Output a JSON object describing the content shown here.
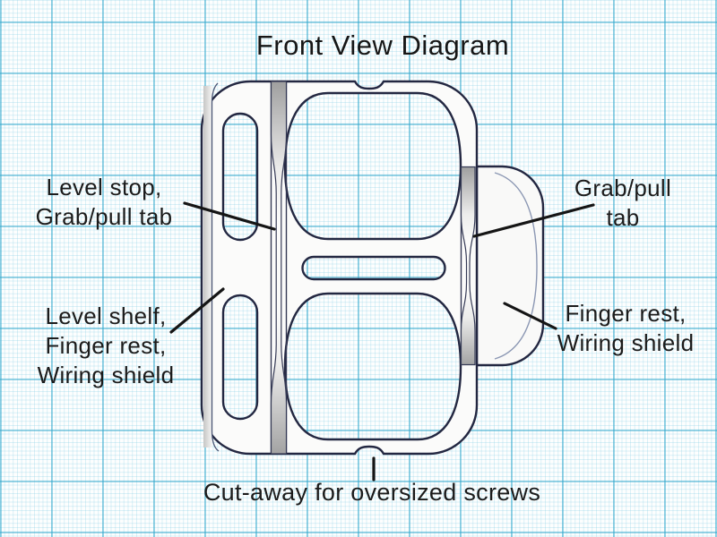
{
  "title": "Front View Diagram",
  "annotations": {
    "level_stop": {
      "lines": [
        "Level stop,",
        "Grab/pull tab"
      ]
    },
    "level_shelf": {
      "lines": [
        "Level shelf,",
        "Finger rest,",
        "Wiring shield"
      ]
    },
    "grab_pull_tab": {
      "lines": [
        "Grab/pull",
        "tab"
      ]
    },
    "finger_rest": {
      "lines": [
        "Finger rest,",
        "Wiring shield"
      ]
    },
    "cut_away": {
      "lines": [
        "Cut-away for oversized screws"
      ]
    }
  },
  "colors": {
    "outline": "#232741",
    "thin_line": "#4a5574",
    "leader": "#151515",
    "text": "#1b1b1b",
    "body_fill": "#fbfbfa",
    "tab_gray": "#a8a8a8",
    "grid_minor": "#bfe3ef",
    "grid_major": "#4fb3d4",
    "paper": "#fdfefe"
  }
}
